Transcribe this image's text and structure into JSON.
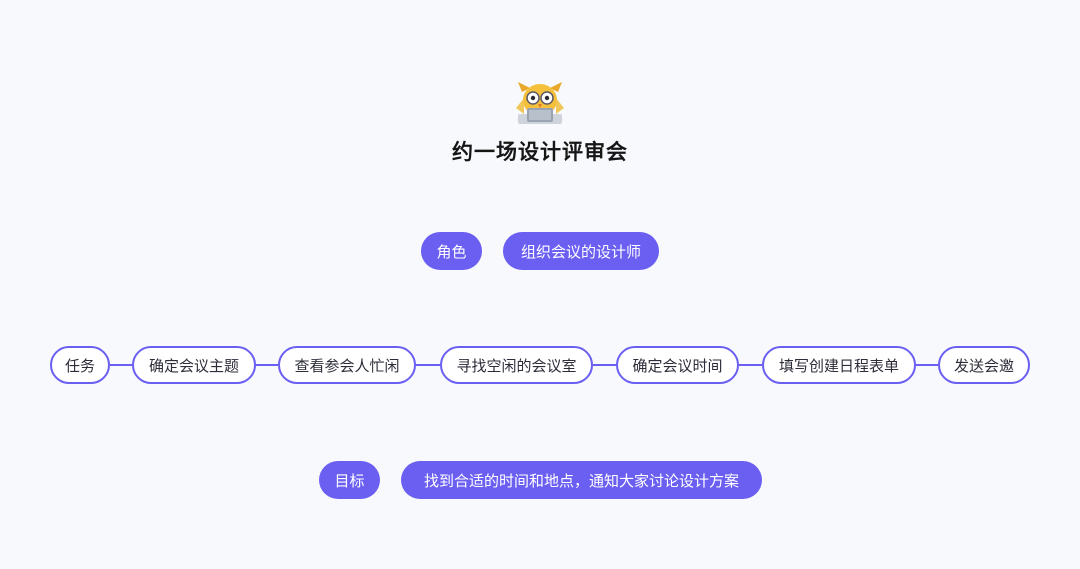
{
  "title": "约一场设计评审会",
  "role": {
    "label": "角色",
    "value": "组织会议的设计师"
  },
  "task": {
    "label": "任务",
    "steps": [
      "确定会议主题",
      "查看参会人忙闲",
      "寻找空闲的会议室",
      "确定会议时间",
      "填写创建日程表单",
      "发送会邀"
    ]
  },
  "goal": {
    "label": "目标",
    "value": "找到合适的时间和地点，通知大家讨论设计方案"
  },
  "colors": {
    "accent": "#6b5ff2",
    "background": "#f8f9fc"
  },
  "icons": {
    "avatar": "owl-mascot-with-laptop-icon"
  }
}
